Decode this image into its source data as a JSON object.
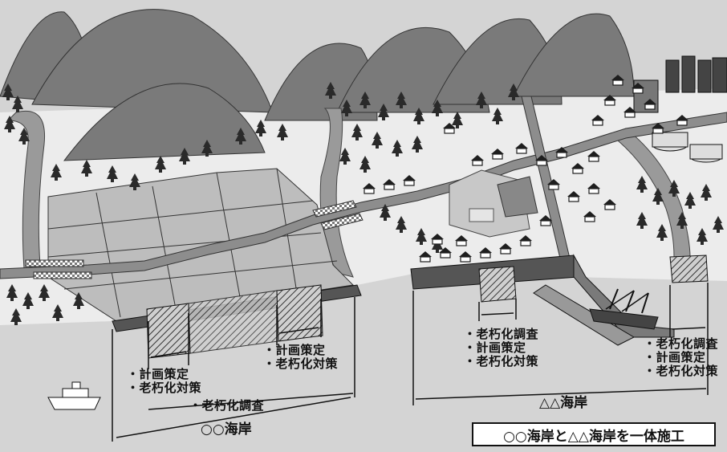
{
  "labels": {
    "left_inner": [
      "・計画策定",
      "・老朽化対策"
    ],
    "left_right_section": [
      "・計画策定",
      "・老朽化対策"
    ],
    "left_survey": "・老朽化調査",
    "middle": [
      "・老朽化調査",
      "・計画策定",
      "・老朽化対策"
    ],
    "right": [
      "・老朽化調査",
      "・計画策定",
      "・老朽化対策"
    ]
  },
  "coasts": {
    "left": "○○海岸",
    "right": "△△海岸"
  },
  "caption": "○○海岸と△△海岸を一体施工",
  "colors": {
    "mountain": "#7a7a7a",
    "sea": "#d4d4d4",
    "land": "#ececec",
    "tree": "#2a2a2a",
    "road": "#8d8d8d"
  }
}
